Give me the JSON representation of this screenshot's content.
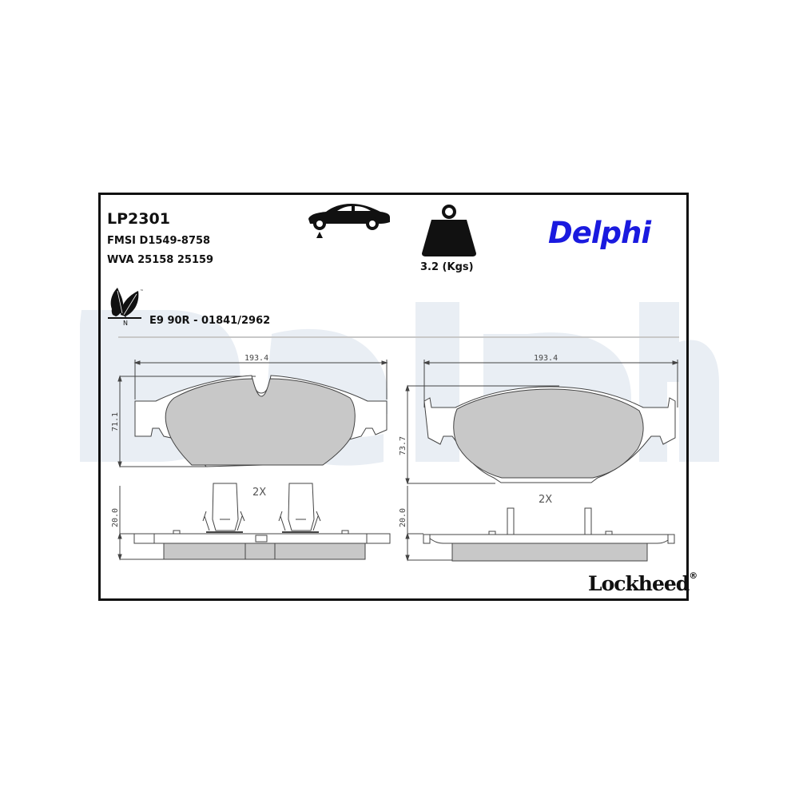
{
  "product": {
    "part_number": "LP2301",
    "fmsi": "FMSI D1549-8758",
    "wva": "WVA 25158 25159",
    "approval": "E9 90R - 01841/2962",
    "weight_label": "3.2 (Kgs)",
    "eco_mark_letter": "N",
    "eco_mark_tm": "™"
  },
  "branding": {
    "brand": "Delphi",
    "brand_color": "#1a1adf",
    "watermark_text": "Delphi",
    "watermark_color": "#e8edf3",
    "sub_brand": "Lockheed",
    "sub_brand_mark": "®"
  },
  "icons": {
    "car": "car-on-jack-icon",
    "weight": "weight-icon",
    "eco": "eco-leaves-icon"
  },
  "drawing": {
    "left_pad": {
      "width_label": "193.4",
      "height_label": "71.1",
      "thickness_label": "20.0",
      "quantity_label": "2X"
    },
    "right_pad": {
      "width_label": "193.4",
      "height_label": "73.7",
      "thickness_label": "20.0",
      "quantity_label": "2X"
    },
    "colors": {
      "friction_material": "#c8c8c8",
      "outline": "#444444"
    }
  }
}
